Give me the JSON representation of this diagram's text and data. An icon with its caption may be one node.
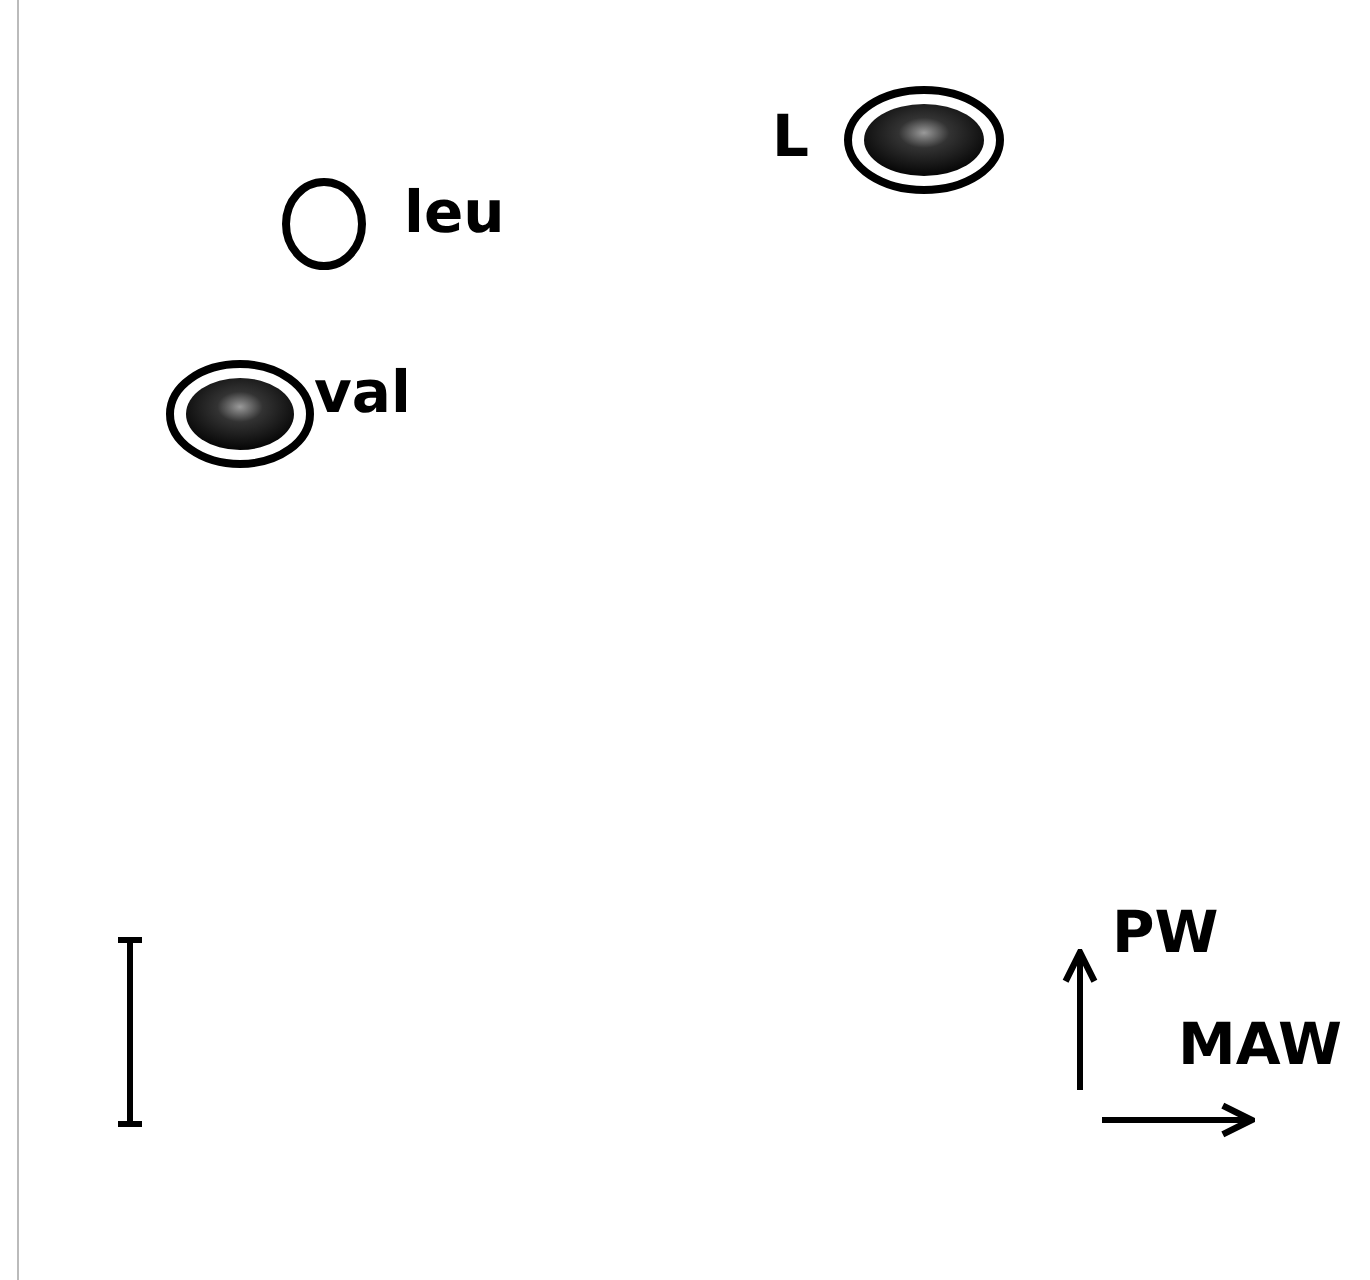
{
  "diagram": {
    "labels": [
      "L",
      "leu",
      "val",
      "PW",
      "MAW"
    ]
  }
}
